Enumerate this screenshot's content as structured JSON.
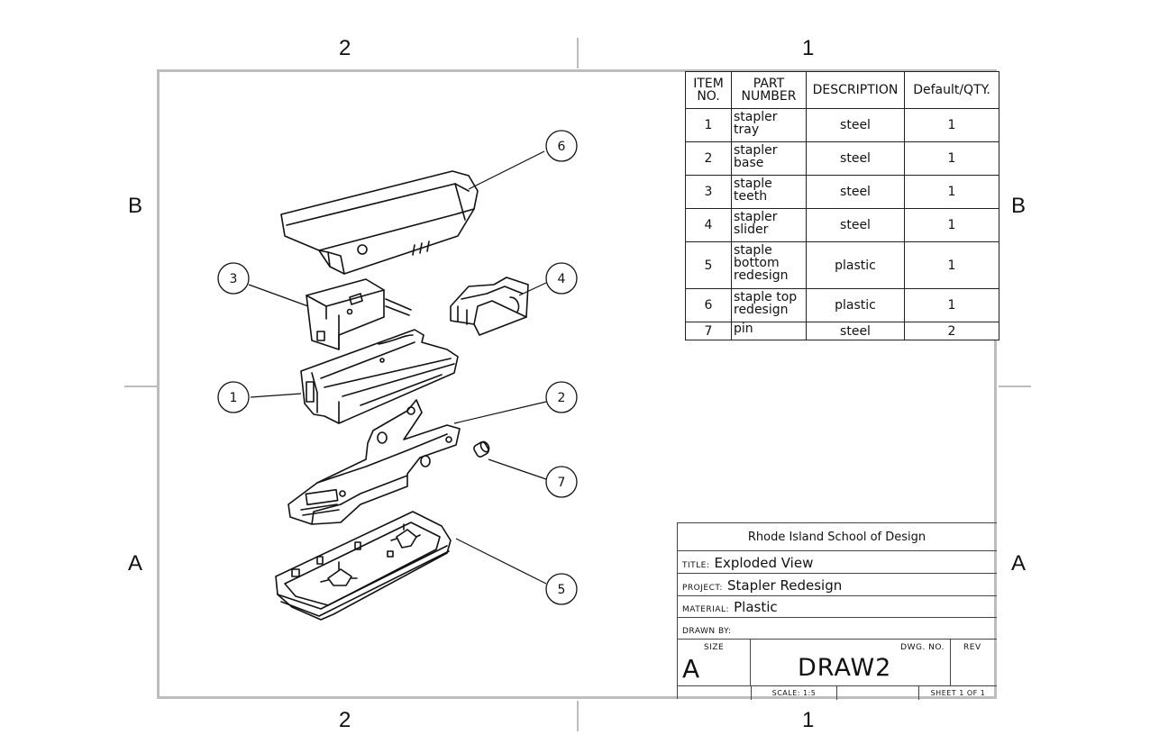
{
  "zones": {
    "top_left": "2",
    "top_right": "1",
    "bottom_left": "2",
    "bottom_right": "1",
    "left_upper": "B",
    "left_lower": "A",
    "right_upper": "B",
    "right_lower": "A"
  },
  "balloons": [
    "1",
    "2",
    "3",
    "4",
    "5",
    "6",
    "7"
  ],
  "bom": {
    "headers": {
      "item_no_line1": "ITEM",
      "item_no_line2": "NO.",
      "part_number_line1": "PART",
      "part_number_line2": "NUMBER",
      "description": "DESCRIPTION",
      "qty": "Default/QTY."
    },
    "rows": [
      {
        "item": "1",
        "part_line1": "stapler",
        "part_line2": "tray",
        "part_line3": "",
        "description": "steel",
        "qty": "1"
      },
      {
        "item": "2",
        "part_line1": "stapler",
        "part_line2": "base",
        "part_line3": "",
        "description": "steel",
        "qty": "1"
      },
      {
        "item": "3",
        "part_line1": "staple",
        "part_line2": "teeth",
        "part_line3": "",
        "description": "steel",
        "qty": "1"
      },
      {
        "item": "4",
        "part_line1": "stapler",
        "part_line2": "slider",
        "part_line3": "",
        "description": "steel",
        "qty": "1"
      },
      {
        "item": "5",
        "part_line1": "staple",
        "part_line2": "bottom",
        "part_line3": "redesign",
        "description": "plastic",
        "qty": "1"
      },
      {
        "item": "6",
        "part_line1": "staple top",
        "part_line2": "redesign",
        "part_line3": "",
        "description": "plastic",
        "qty": "1"
      },
      {
        "item": "7",
        "part_line1": "pin",
        "part_line2": "",
        "part_line3": "",
        "description": "steel",
        "qty": "2"
      }
    ]
  },
  "title_block": {
    "school": "Rhode Island School of Design",
    "title_label": "TITLE:",
    "title": "Exploded View",
    "project_label": "PROJECT:",
    "project": "Stapler Redesign",
    "material_label": "MATERIAL:",
    "material": "Plastic",
    "drawn_by_label": "DRAWN BY:",
    "size_label": "SIZE",
    "size": "A",
    "dwg_no_label": "DWG.  NO.",
    "dwg_no": "DRAW2",
    "rev_label": "REV",
    "scale": "SCALE: 1:5",
    "sheet": "SHEET 1 OF 1"
  },
  "colors": {
    "frame": "#bdbdbd",
    "ink": "#111111"
  }
}
